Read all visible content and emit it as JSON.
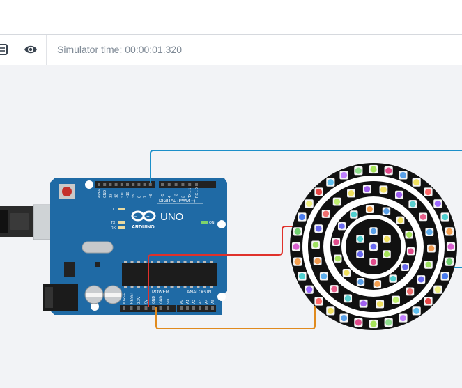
{
  "toolbar": {
    "notes_icon": "notes-icon",
    "visibility_icon": "eye-icon",
    "sim_time_label": "Simulator time:",
    "sim_time_value": "00:00:01.320"
  },
  "arduino": {
    "logo_text": "ARDUINO",
    "model": "UNO",
    "digital_label": "DIGITAL (PWM ~)",
    "power_label": "POWER",
    "analog_label": "ANALOG IN",
    "tx_label": "TX",
    "rx_label": "RX",
    "l_label": "L",
    "on_label": "ON",
    "digital_pins": [
      "AREF",
      "GND",
      "13",
      "12",
      "~11",
      "~10",
      "~9",
      "8",
      "7",
      "~6",
      "~5",
      "4",
      "~3",
      "2",
      "TX→1",
      "RX←0"
    ],
    "power_pins": [
      "IOREF",
      "RESET",
      "3.3V",
      "5V",
      "GND",
      "GND",
      "Vin"
    ],
    "analog_pins": [
      "A0",
      "A1",
      "A2",
      "A3",
      "A4",
      "A5"
    ]
  },
  "colors": {
    "board": "#1f6aa5",
    "wire_blue": "#1c8fc9",
    "wire_red": "#e0312b",
    "wire_orange": "#e08a1e",
    "ring_black": "#111111"
  },
  "rings": {
    "outer_colors": [
      "#a6e35a",
      "#e24c8c",
      "#5aa0e8",
      "#f0e060",
      "#ff6b6b",
      "#9f6bff",
      "#50d0d0",
      "#f5a050",
      "#d860d0",
      "#70d070",
      "#4a7cf0",
      "#f0f080",
      "#e84848",
      "#60c0f0",
      "#c080ff",
      "#90e090"
    ],
    "middle_colors": [
      "#f0e060",
      "#a060f0",
      "#5acfcf",
      "#e8608c",
      "#60b0f0",
      "#f09a50",
      "#9ee060",
      "#6a6af0",
      "#f07070",
      "#c0f070"
    ],
    "inner_colors": [
      "#5aa0e8",
      "#f0e060",
      "#a6e35a",
      "#e24c8c",
      "#6a6af0",
      "#50d0d0",
      "#f5a050"
    ]
  }
}
